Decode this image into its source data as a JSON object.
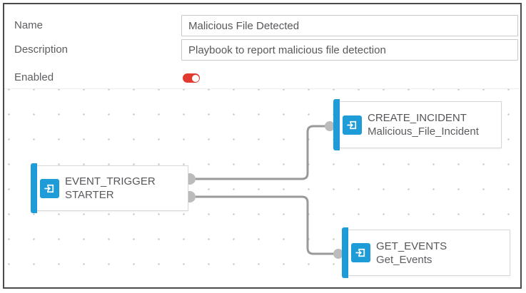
{
  "form": {
    "name": {
      "label": "Name",
      "value": "Malicious File Detected"
    },
    "description": {
      "label": "Description",
      "value": "Playbook to report malicious file detection"
    },
    "enabled": {
      "label": "Enabled",
      "state": "on"
    }
  },
  "canvas": {
    "nodes": {
      "event_trigger": {
        "title": "EVENT_TRIGGER",
        "subtitle": "STARTER",
        "icon": "import-arrow-icon"
      },
      "create_incident": {
        "title": "CREATE_INCIDENT",
        "subtitle": "Malicious_File_Incident",
        "icon": "import-arrow-icon"
      },
      "get_events": {
        "title": "GET_EVENTS",
        "subtitle": "Get_Events",
        "icon": "import-arrow-icon"
      }
    },
    "edges": [
      {
        "from": "EVENT_TRIGGER",
        "to": "CREATE_INCIDENT"
      },
      {
        "from": "EVENT_TRIGGER",
        "to": "GET_EVENTS"
      }
    ]
  },
  "colors": {
    "accent_blue": "#1e9cd7",
    "toggle_red": "#e23a2e",
    "edge_gray": "#9a9a9a",
    "port_gray": "#bcbcbc",
    "text_gray": "#55565a",
    "frame_border": "#4b4b4b"
  }
}
